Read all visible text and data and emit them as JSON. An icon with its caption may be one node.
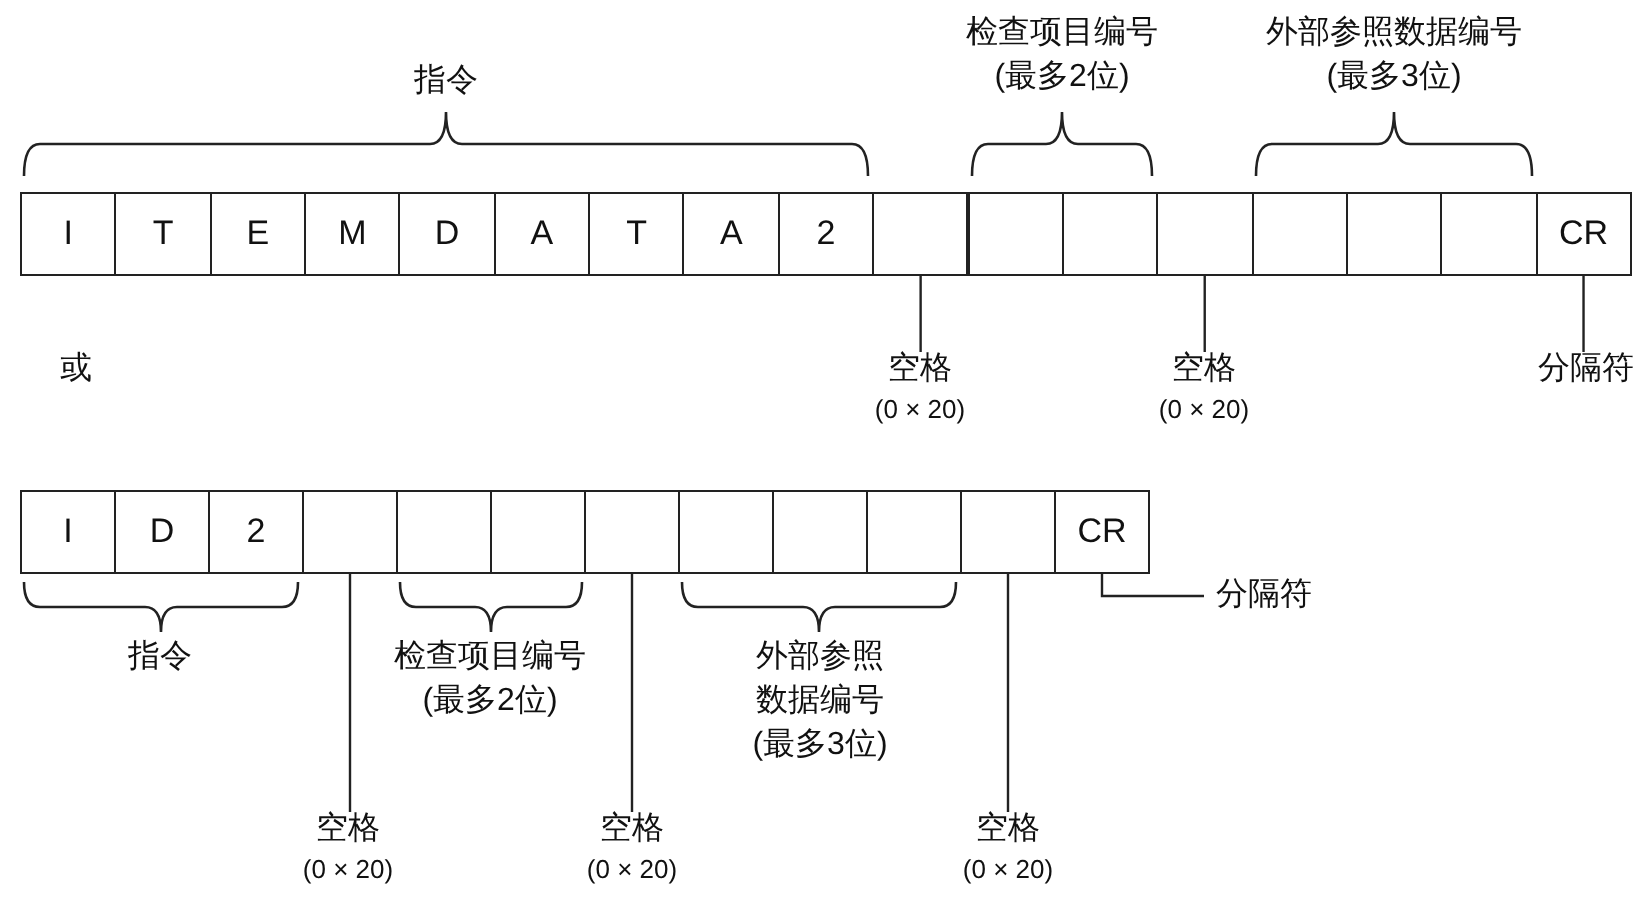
{
  "diagram": {
    "nodes": [
      {
        "text": [
          "I"
        ]
      },
      {
        "text": [
          "T"
        ]
      },
      {
        "text": [
          "E"
        ]
      },
      {
        "text": [
          "M"
        ]
      },
      {
        "text": [
          "D"
        ]
      },
      {
        "text": [
          "A"
        ]
      },
      {
        "text": [
          "T"
        ]
      },
      {
        "text": [
          "A"
        ]
      },
      {
        "text": [
          "2"
        ]
      },
      {
        "text": [],
        "shape": "box"
      },
      {
        "text": [],
        "shape": "box"
      },
      {
        "text": [],
        "shape": "box"
      },
      {
        "text": [],
        "shape": "box"
      },
      {
        "text": [],
        "shape": "box"
      },
      {
        "text": [],
        "shape": "box"
      },
      {
        "text": [],
        "shape": "box"
      },
      {
        "text": [
          "CR"
        ]
      },
      {
        "text": [
          "空格",
          "(0 × 20)"
        ]
      },
      {
        "text": [
          "空格",
          "(0 × 20)"
        ]
      },
      {
        "text": [
          "分隔符"
        ]
      },
      {
        "text": [
          "I"
        ]
      },
      {
        "text": [
          "D"
        ]
      },
      {
        "text": [
          "2"
        ]
      },
      {
        "text": [],
        "shape": "box"
      },
      {
        "text": [],
        "shape": "box"
      },
      {
        "text": [],
        "shape": "box"
      },
      {
        "text": [],
        "shape": "box"
      },
      {
        "text": [],
        "shape": "box"
      },
      {
        "text": [],
        "shape": "box"
      },
      {
        "text": [],
        "shape": "box"
      },
      {
        "text": [],
        "shape": "box"
      },
      {
        "text": [
          "CR"
        ]
      },
      {
        "text": [
          "分隔符"
        ]
      },
      {
        "text": [
          "空格",
          "(0 × 20)"
        ]
      },
      {
        "text": [
          "空格",
          "(0 × 20)"
        ]
      },
      {
        "text": [
          "空格",
          "(0 × 20)"
        ]
      }
    ],
    "edges": [
      {
        "from": 17,
        "to": 9,
        "arrow": "none"
      },
      {
        "from": 18,
        "to": 12,
        "arrow": "none"
      },
      {
        "from": 19,
        "to": 16,
        "arrow": "none"
      },
      {
        "from": 32,
        "to": 31,
        "arrow": "none"
      },
      {
        "from": 33,
        "to": 23,
        "arrow": "none"
      },
      {
        "from": 34,
        "to": 26,
        "arrow": "none"
      },
      {
        "from": 35,
        "to": 30,
        "arrow": "none"
      }
    ],
    "labels": [
      "指令",
      "检查项目编号",
      "(最多2位)",
      "外部参照数据编号",
      "(最多3位)",
      "或",
      "指令",
      "检查项目编号",
      "(最多2位)",
      "外部参照数据编号",
      "(最多3位)"
    ]
  }
}
